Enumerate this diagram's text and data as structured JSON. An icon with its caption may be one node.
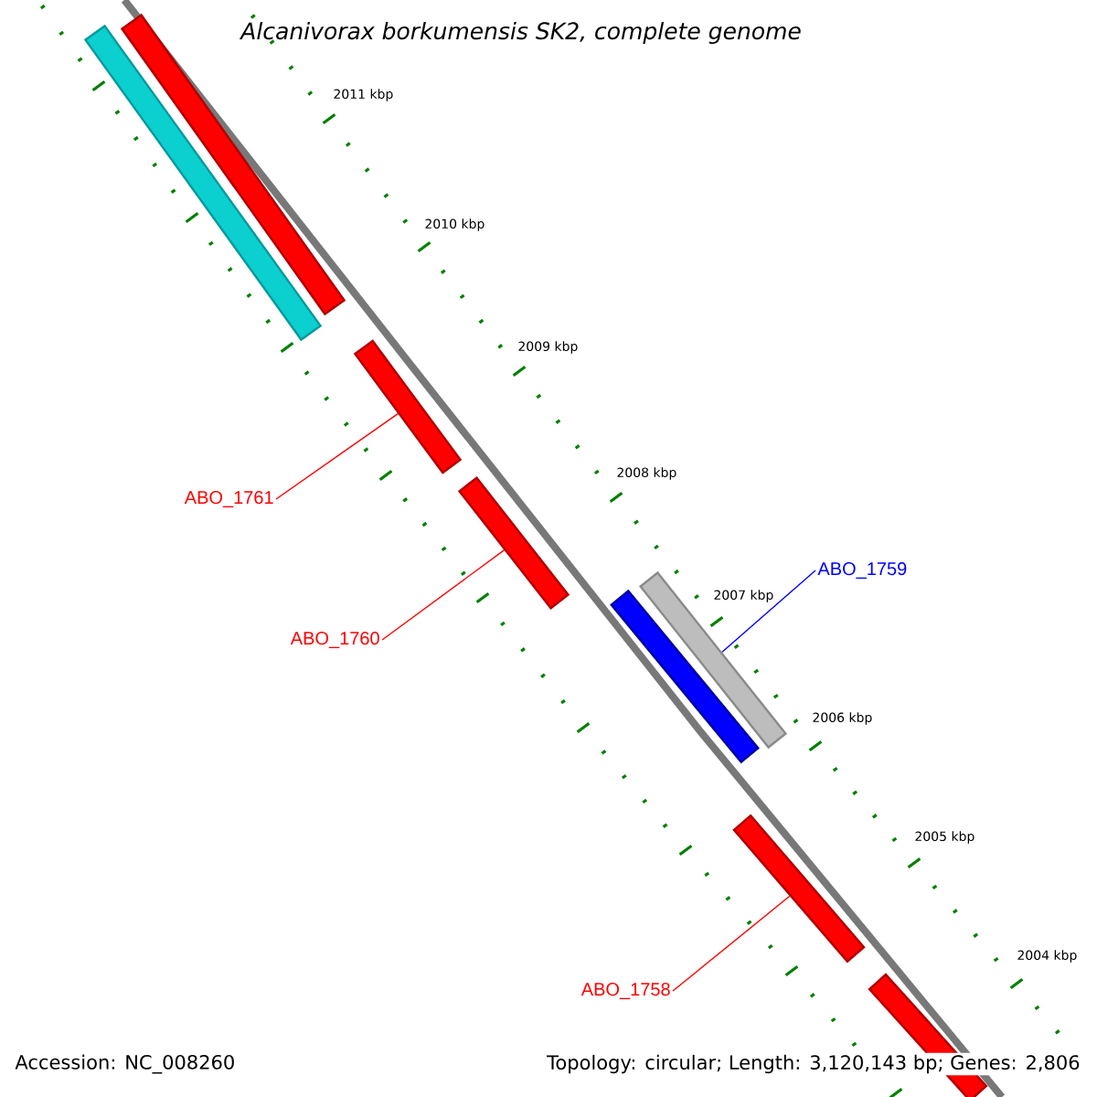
{
  "diagram": {
    "title": "Alcanivorax borkumensis SK2, complete genome",
    "nodes": [
      {
        "text": [],
        "shape": "bar"
      },
      {
        "text": [],
        "shape": "bar"
      },
      {
        "text": [],
        "shape": "bar"
      },
      {
        "text": [],
        "shape": "bar"
      },
      {
        "text": [],
        "shape": "bar"
      },
      {
        "text": [],
        "shape": "bar"
      },
      {
        "text": [],
        "shape": "bar"
      },
      {
        "text": [],
        "shape": "bar"
      },
      {
        "text": [
          "ABO_1759"
        ]
      },
      {
        "text": [
          "ABO_1761"
        ]
      },
      {
        "text": [
          "ABO_1760"
        ]
      },
      {
        "text": [
          "ABO_1758"
        ]
      }
    ],
    "edges": [
      {
        "from": 8,
        "to": 4,
        "arrow": "none",
        "color": "#0000ff"
      },
      {
        "from": 9,
        "to": 2,
        "arrow": "none"
      },
      {
        "from": 10,
        "to": 3,
        "arrow": "none"
      },
      {
        "from": 11,
        "to": 6,
        "arrow": "none"
      }
    ],
    "labels": [
      "2011 kbp",
      "2010 kbp",
      "2009 kbp",
      "2008 kbp",
      "2007 kbp",
      "2006 kbp",
      "2005 kbp",
      "2004 kbp",
      "Accession: NC_008260",
      "Topology: circular; Length: 3,120,143 bp; Genes: 2,806"
    ]
  }
}
